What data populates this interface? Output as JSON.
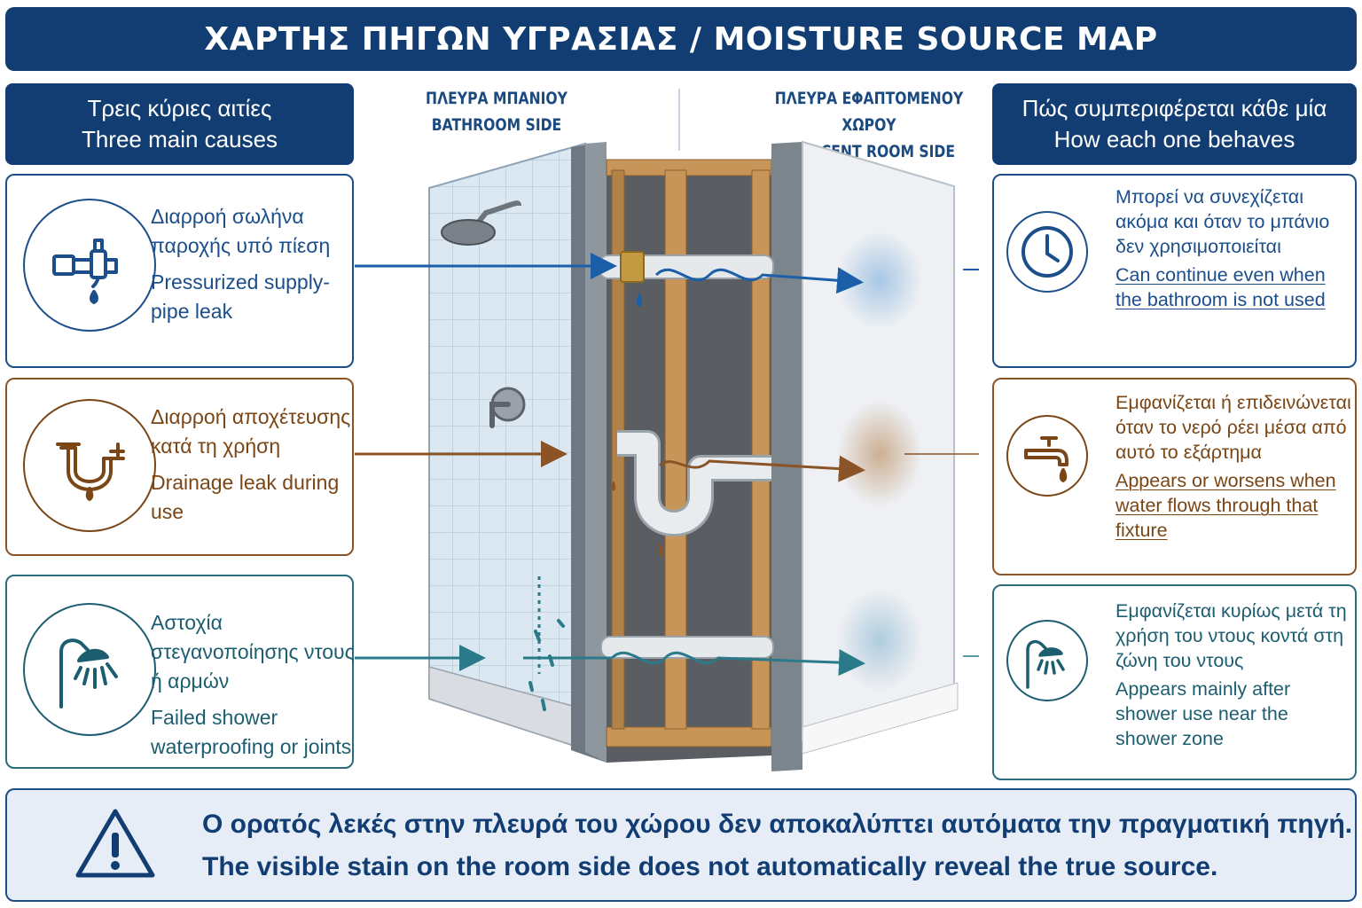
{
  "title": "ΧΑΡΤΗΣ ΠΗΓΩΝ ΥΓΡΑΣΙΑΣ / MOISTURE SOURCE MAP",
  "left_header": {
    "greek": "Τρεις κύριες αιτίες",
    "english": "Three main causes"
  },
  "right_header": {
    "greek": "Πώς συμπεριφέρεται κάθε μία",
    "english": "How each one behaves"
  },
  "bathroom_side": {
    "greek": "ΠΛΕΥΡΑ ΜΠΑΝΙΟΥ",
    "english": "BATHROOM SIDE"
  },
  "adjacent_side": {
    "greek": "ΠΛΕΥΡΑ ΕΦΑΠΤΟΜΕΝΟΥ ΧΩΡΟΥ",
    "english": "ADJACENT ROOM SIDE"
  },
  "causes": [
    {
      "greek": "Διαρροή σωλήνα παροχής υπό πίεση",
      "english": "Pressurized supply-pipe leak",
      "icon": "pipe-leak-icon",
      "color": "#1b4e8a"
    },
    {
      "greek": "Διαρροή αποχέτευσης κατά τη χρήση",
      "english": "Drainage leak during use",
      "icon": "drain-trap-icon",
      "color": "#7a4616"
    },
    {
      "greek": "Αστοχία στεγανοποίησης ντους ή αρμών",
      "english": "Failed shower waterproofing or joints",
      "icon": "shower-head-icon",
      "color": "#1c5e70"
    }
  ],
  "behaviors": [
    {
      "greek": "Μπορεί να συνεχίζεται ακόμα και όταν το μπάνιο δεν χρησιμοποιείται",
      "english": "Can continue even when the bathroom is not used",
      "icon": "clock-icon"
    },
    {
      "greek": "Εμφανίζεται ή επιδεινώνεται όταν το νερό ρέει μέσα από αυτό το εξάρτημα",
      "english": "Appears or worsens when water flows through that fixture",
      "icon": "faucet-icon"
    },
    {
      "greek": "Εμφανίζεται κυρίως μετά τη χρήση του ντους κοντά στη ζώνη του ντους",
      "english": "Appears mainly after shower use near the shower zone",
      "icon": "shower-head-icon"
    }
  ],
  "footer": {
    "greek": "Ο ορατός λεκές στην πλευρά του χώρου δεν αποκαλύπτει αυτόματα την πραγματική πηγή.",
    "english": "The visible stain on the room side does not automatically reveal the true source.",
    "icon": "warning-icon"
  },
  "colors": {
    "navy": "#123d73",
    "blue": "#1b4e8a",
    "brown": "#7a4616",
    "teal": "#1c5e70",
    "footer_bg": "#e6edf7"
  }
}
